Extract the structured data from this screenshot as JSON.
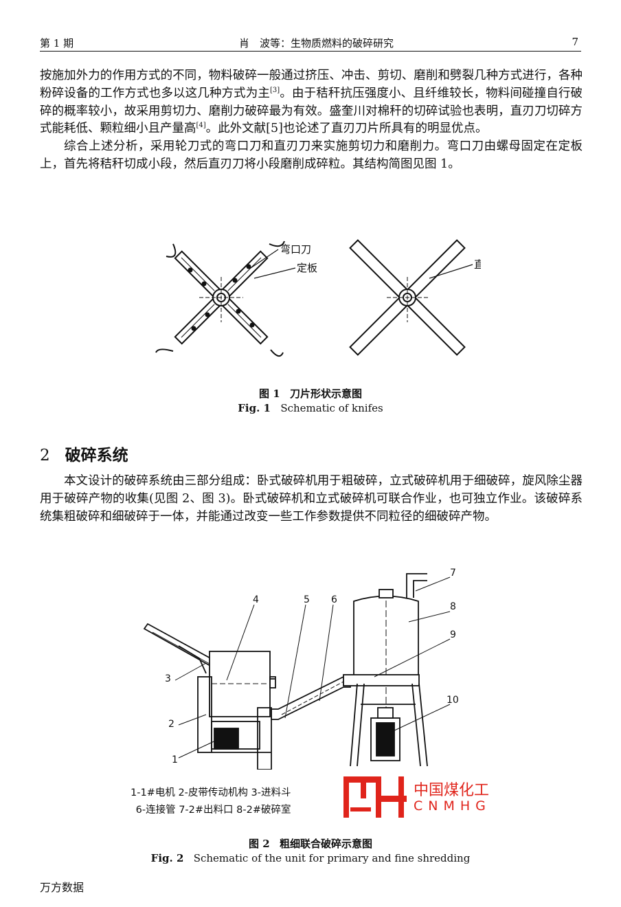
{
  "header": {
    "issue": "第 1 期",
    "title": "肖　波等：生物质燃料的破碎研究",
    "page": "7"
  },
  "body": {
    "para1a": "按施加外力的作用方式的不同，物料破碎一般通过挤压、冲击、剪切、磨削和劈裂几种方式进行，各种粉碎设备的工作方式也多以这几种方式为主",
    "para1_ref1": "[3]",
    "para1b": "。由于秸秆抗压强度小、且纤维较长，物料间碰撞自行破碎的概率较小，故采用剪切力、磨削力破碎最为有效。盛奎川对棉秆的切碎试验也表明，直刃刀切碎方式能耗低、颗粒细小且产量高",
    "para1_ref2": "[4]",
    "para1c": "。此外文献[5]也论述了直刃刀片所具有的明显优点。",
    "para2": "综合上述分析，采用轮刀式的弯口刀和直刃刀来实施剪切力和磨削力。弯口刀由螺母固定在定板上，首先将秸秆切成小段，然后直刃刀将小段磨削成碎粒。其结构简图见图 1。"
  },
  "figure1": {
    "label_curved": "弯口刀",
    "label_plate": "定板",
    "label_straight": "直刃刀",
    "caption_cn_num": "图 1",
    "caption_cn": "刀片形状示意图",
    "caption_en_num": "Fig. 1",
    "caption_en": "Schematic of knifes"
  },
  "section2": {
    "number": "2",
    "title": "破碎系统",
    "para": "本文设计的破碎系统由三部分组成：卧式破碎机用于粗破碎，立式破碎机用于细破碎，旋风除尘器用于破碎产物的收集(见图 2、图 3)。卧式破碎机和立式破碎机可联合作业，也可独立作业。该破碎系统集粗破碎和细破碎于一体，并能通过改变一些工作参数提供不同粒径的细破碎产物。"
  },
  "figure2": {
    "numbers": [
      "1",
      "2",
      "3",
      "4",
      "5",
      "6",
      "7",
      "8",
      "9",
      "10"
    ],
    "legend_line1": "1-1#电机  2-皮带传动机构  3-进料斗",
    "legend_line2": "6-连接管  7-2#出料口  8-2#破碎室",
    "caption_cn_num": "图 2",
    "caption_cn": "粗细联合破碎示意图",
    "caption_en_num": "Fig. 2",
    "caption_en": "Schematic of the unit for primary and fine shredding"
  },
  "watermark": {
    "logo": "MH",
    "name_cn": "中国煤化工",
    "name_en": "CNMHG",
    "color": "#e0241b"
  },
  "footer": {
    "source": "万方数据"
  }
}
